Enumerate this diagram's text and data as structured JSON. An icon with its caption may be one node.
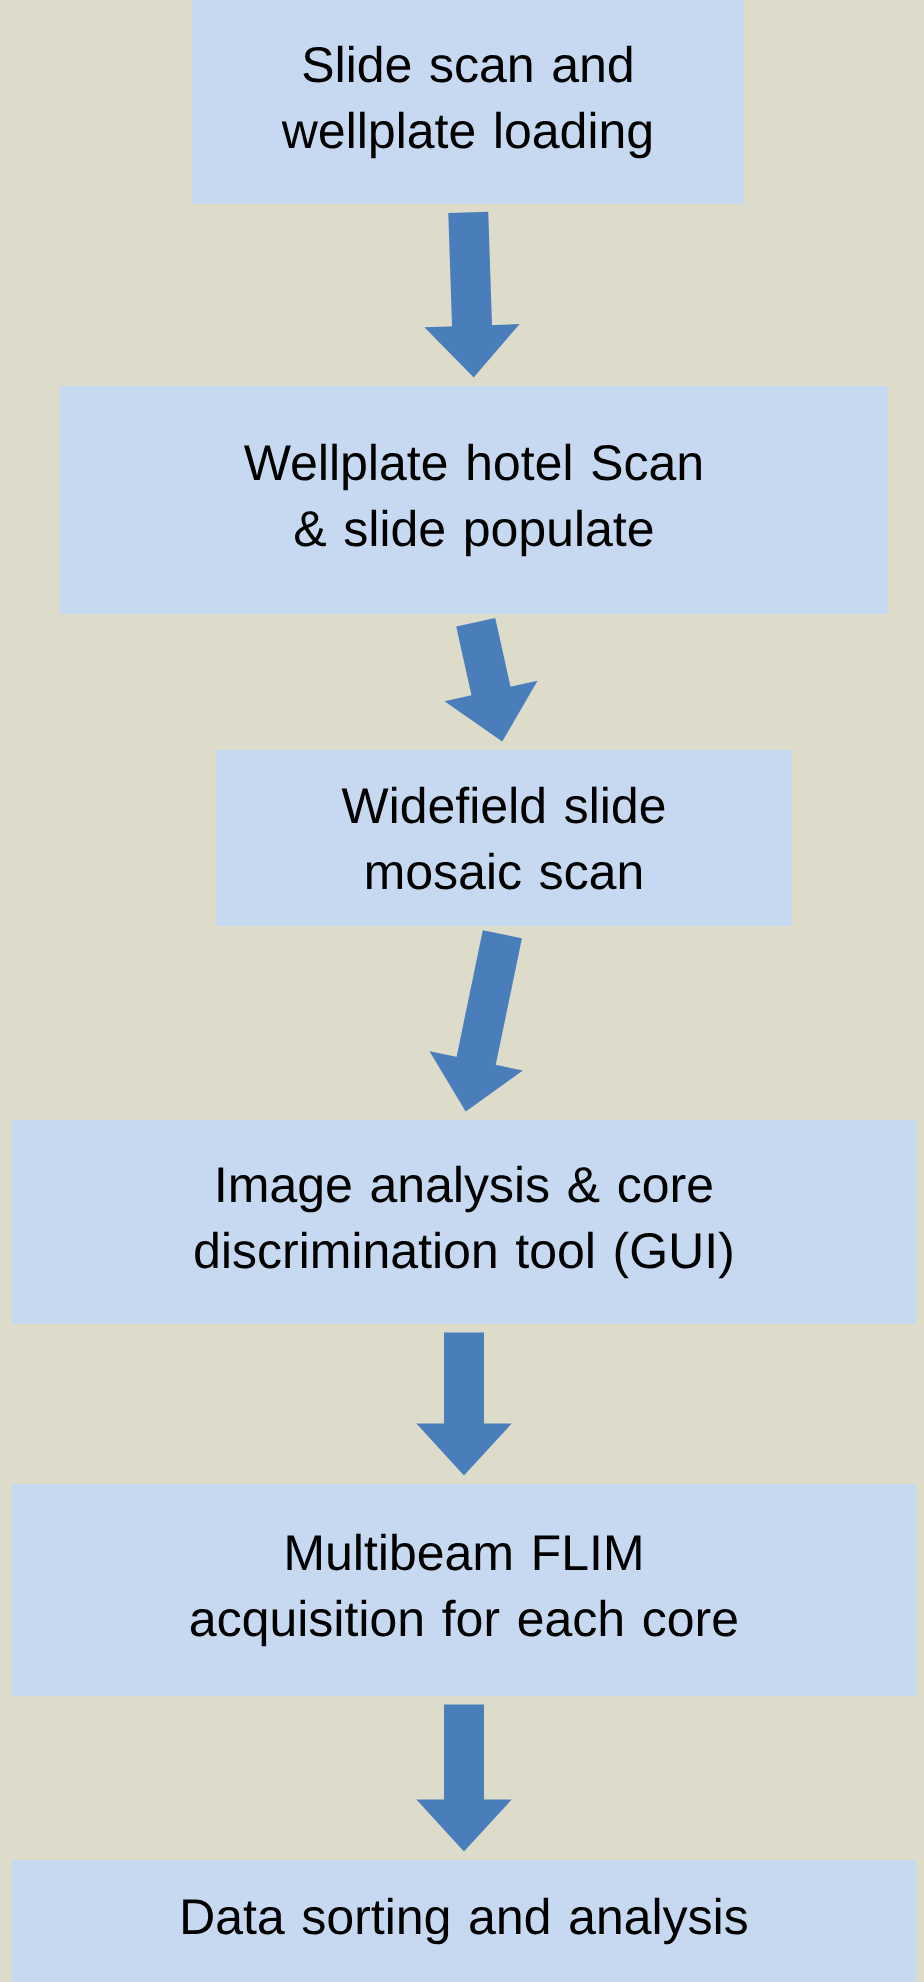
{
  "diagram": {
    "nodes": [
      {
        "text": [
          "Slide scan and wellplate loading"
        ]
      },
      {
        "text": [
          "Wellplate hotel Scan & slide populate"
        ]
      },
      {
        "text": [
          "Widefield slide mosaic scan"
        ]
      },
      {
        "text": [
          "Image analysis & core discrimination tool (GUI)"
        ]
      },
      {
        "text": [
          "Multibeam FLIM acquisition for each core"
        ]
      },
      {
        "text": [
          "Data sorting and analysis"
        ]
      }
    ],
    "edges": [
      {
        "from": 0,
        "to": 1,
        "arrow": "to"
      },
      {
        "from": 1,
        "to": 2,
        "arrow": "to"
      },
      {
        "from": 2,
        "to": 3,
        "arrow": "to"
      },
      {
        "from": 3,
        "to": 4,
        "arrow": "to"
      },
      {
        "from": 4,
        "to": 5,
        "arrow": "to"
      }
    ]
  }
}
